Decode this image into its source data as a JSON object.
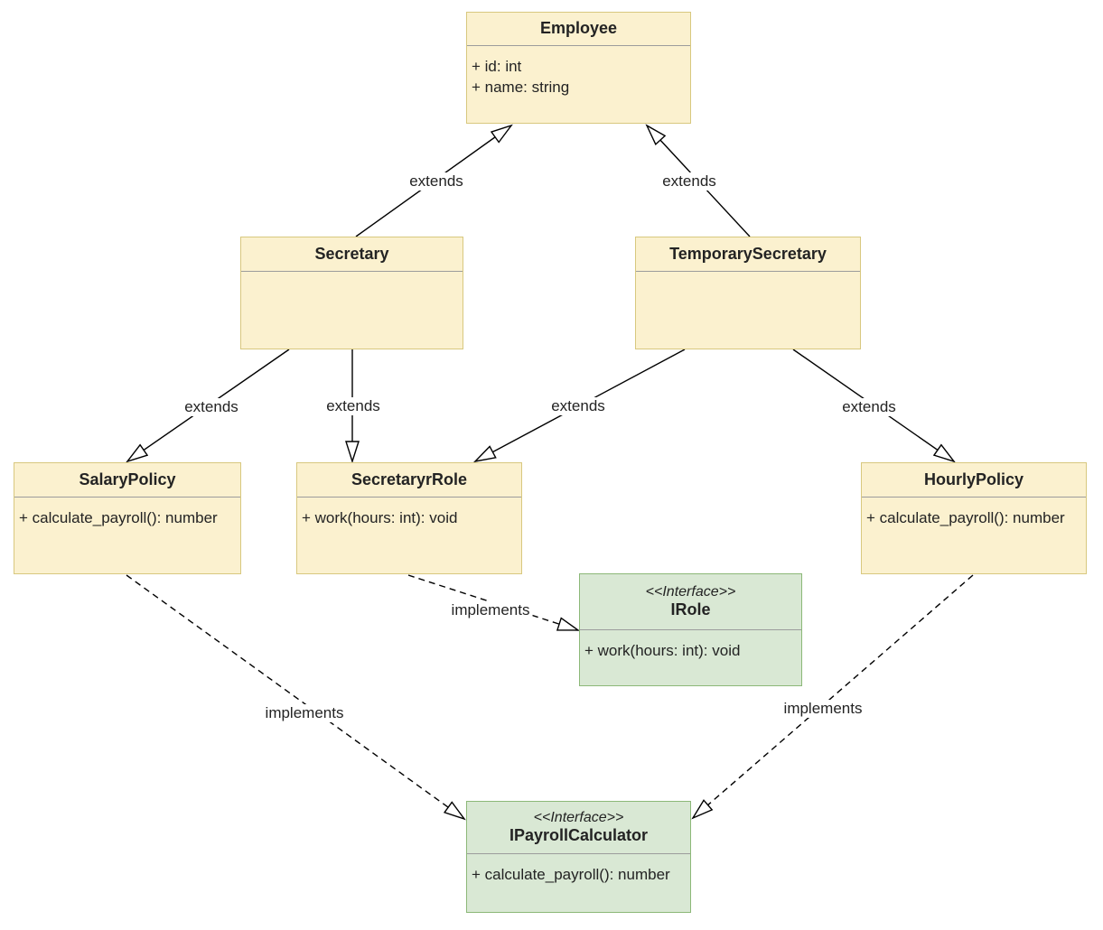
{
  "diagram": {
    "kind": "uml-class-diagram",
    "colors": {
      "class_fill": "#FBF1CF",
      "class_border": "#D8C87F",
      "interface_fill": "#D9E8D4",
      "interface_border": "#8CB878",
      "line_color": "#000000",
      "divider_color": "#9C9C9C",
      "label_background": "#FFFFFF"
    }
  },
  "classes": {
    "employee": {
      "name": "Employee",
      "members": [
        "+ id: int",
        "+ name: string"
      ]
    },
    "secretary": {
      "name": "Secretary",
      "members": []
    },
    "temporary_secretary": {
      "name": "TemporarySecretary",
      "members": []
    },
    "salary_policy": {
      "name": "SalaryPolicy",
      "members": [
        "+ calculate_payroll(): number"
      ]
    },
    "secretaryr_role": {
      "name": "SecretaryrRole",
      "members": [
        "+ work(hours: int): void"
      ]
    },
    "hourly_policy": {
      "name": "HourlyPolicy",
      "members": [
        "+ calculate_payroll(): number"
      ]
    },
    "irole": {
      "stereotype": "<<Interface>>",
      "name": "IRole",
      "members": [
        "+ work(hours: int): void"
      ]
    },
    "ipayroll_calculator": {
      "stereotype": "<<Interface>>",
      "name": "IPayrollCalculator",
      "members": [
        "+ calculate_payroll(): number"
      ]
    }
  },
  "relationships": [
    {
      "from": "Secretary",
      "to": "Employee",
      "label": "extends",
      "line": "solid"
    },
    {
      "from": "TemporarySecretary",
      "to": "Employee",
      "label": "extends",
      "line": "solid"
    },
    {
      "from": "Secretary",
      "to": "SalaryPolicy",
      "label": "extends",
      "line": "solid"
    },
    {
      "from": "Secretary",
      "to": "SecretaryrRole",
      "label": "extends",
      "line": "solid"
    },
    {
      "from": "TemporarySecretary",
      "to": "SecretaryrRole",
      "label": "extends",
      "line": "solid"
    },
    {
      "from": "TemporarySecretary",
      "to": "HourlyPolicy",
      "label": "extends",
      "line": "solid"
    },
    {
      "from": "SecretaryrRole",
      "to": "IRole",
      "label": "implements",
      "line": "dashed"
    },
    {
      "from": "SalaryPolicy",
      "to": "IPayrollCalculator",
      "label": "implements",
      "line": "dashed"
    },
    {
      "from": "HourlyPolicy",
      "to": "IPayrollCalculator",
      "label": "implements",
      "line": "dashed"
    }
  ]
}
